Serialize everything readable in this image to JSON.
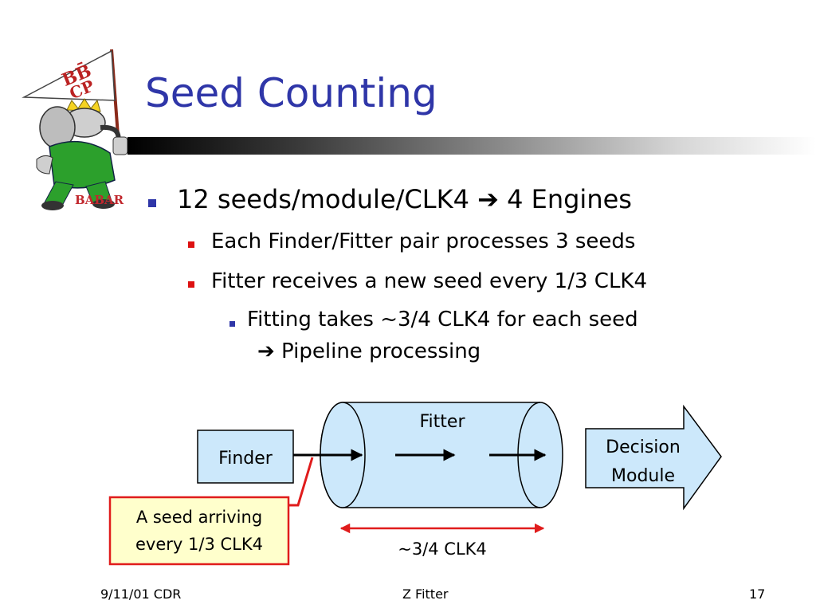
{
  "slide": {
    "title": "Seed Counting",
    "logo": {
      "text_top": "BB̄",
      "text_mid": "CP",
      "text_bottom": "BABAR"
    },
    "bullets": [
      {
        "level": 1,
        "text": "12 seeds/module/CLK4 ➔ 4 Engines"
      },
      {
        "level": 2,
        "text": "Each Finder/Fitter pair processes 3 seeds"
      },
      {
        "level": 2,
        "text": "Fitter receives a new seed every 1/3 CLK4"
      },
      {
        "level": 3,
        "text": "Fitting takes ~3/4 CLK4 for each seed"
      },
      {
        "level": 3,
        "text": "➔ Pipeline processing"
      }
    ],
    "diagram": {
      "finder_label": "Finder",
      "fitter_label": "Fitter",
      "decision_label_1": "Decision",
      "decision_label_2": "Module",
      "note_line_1": "A seed arriving",
      "note_line_2": "every 1/3 CLK4",
      "span_label": "~3/4 CLK4"
    },
    "footer": {
      "left": "9/11/01 CDR",
      "center": "Z Fitter",
      "right": "17"
    },
    "colors": {
      "title": "#2f36a8",
      "box_fill": "#cce8fb",
      "note_fill": "#ffffcc",
      "red": "#e01c1c"
    }
  }
}
